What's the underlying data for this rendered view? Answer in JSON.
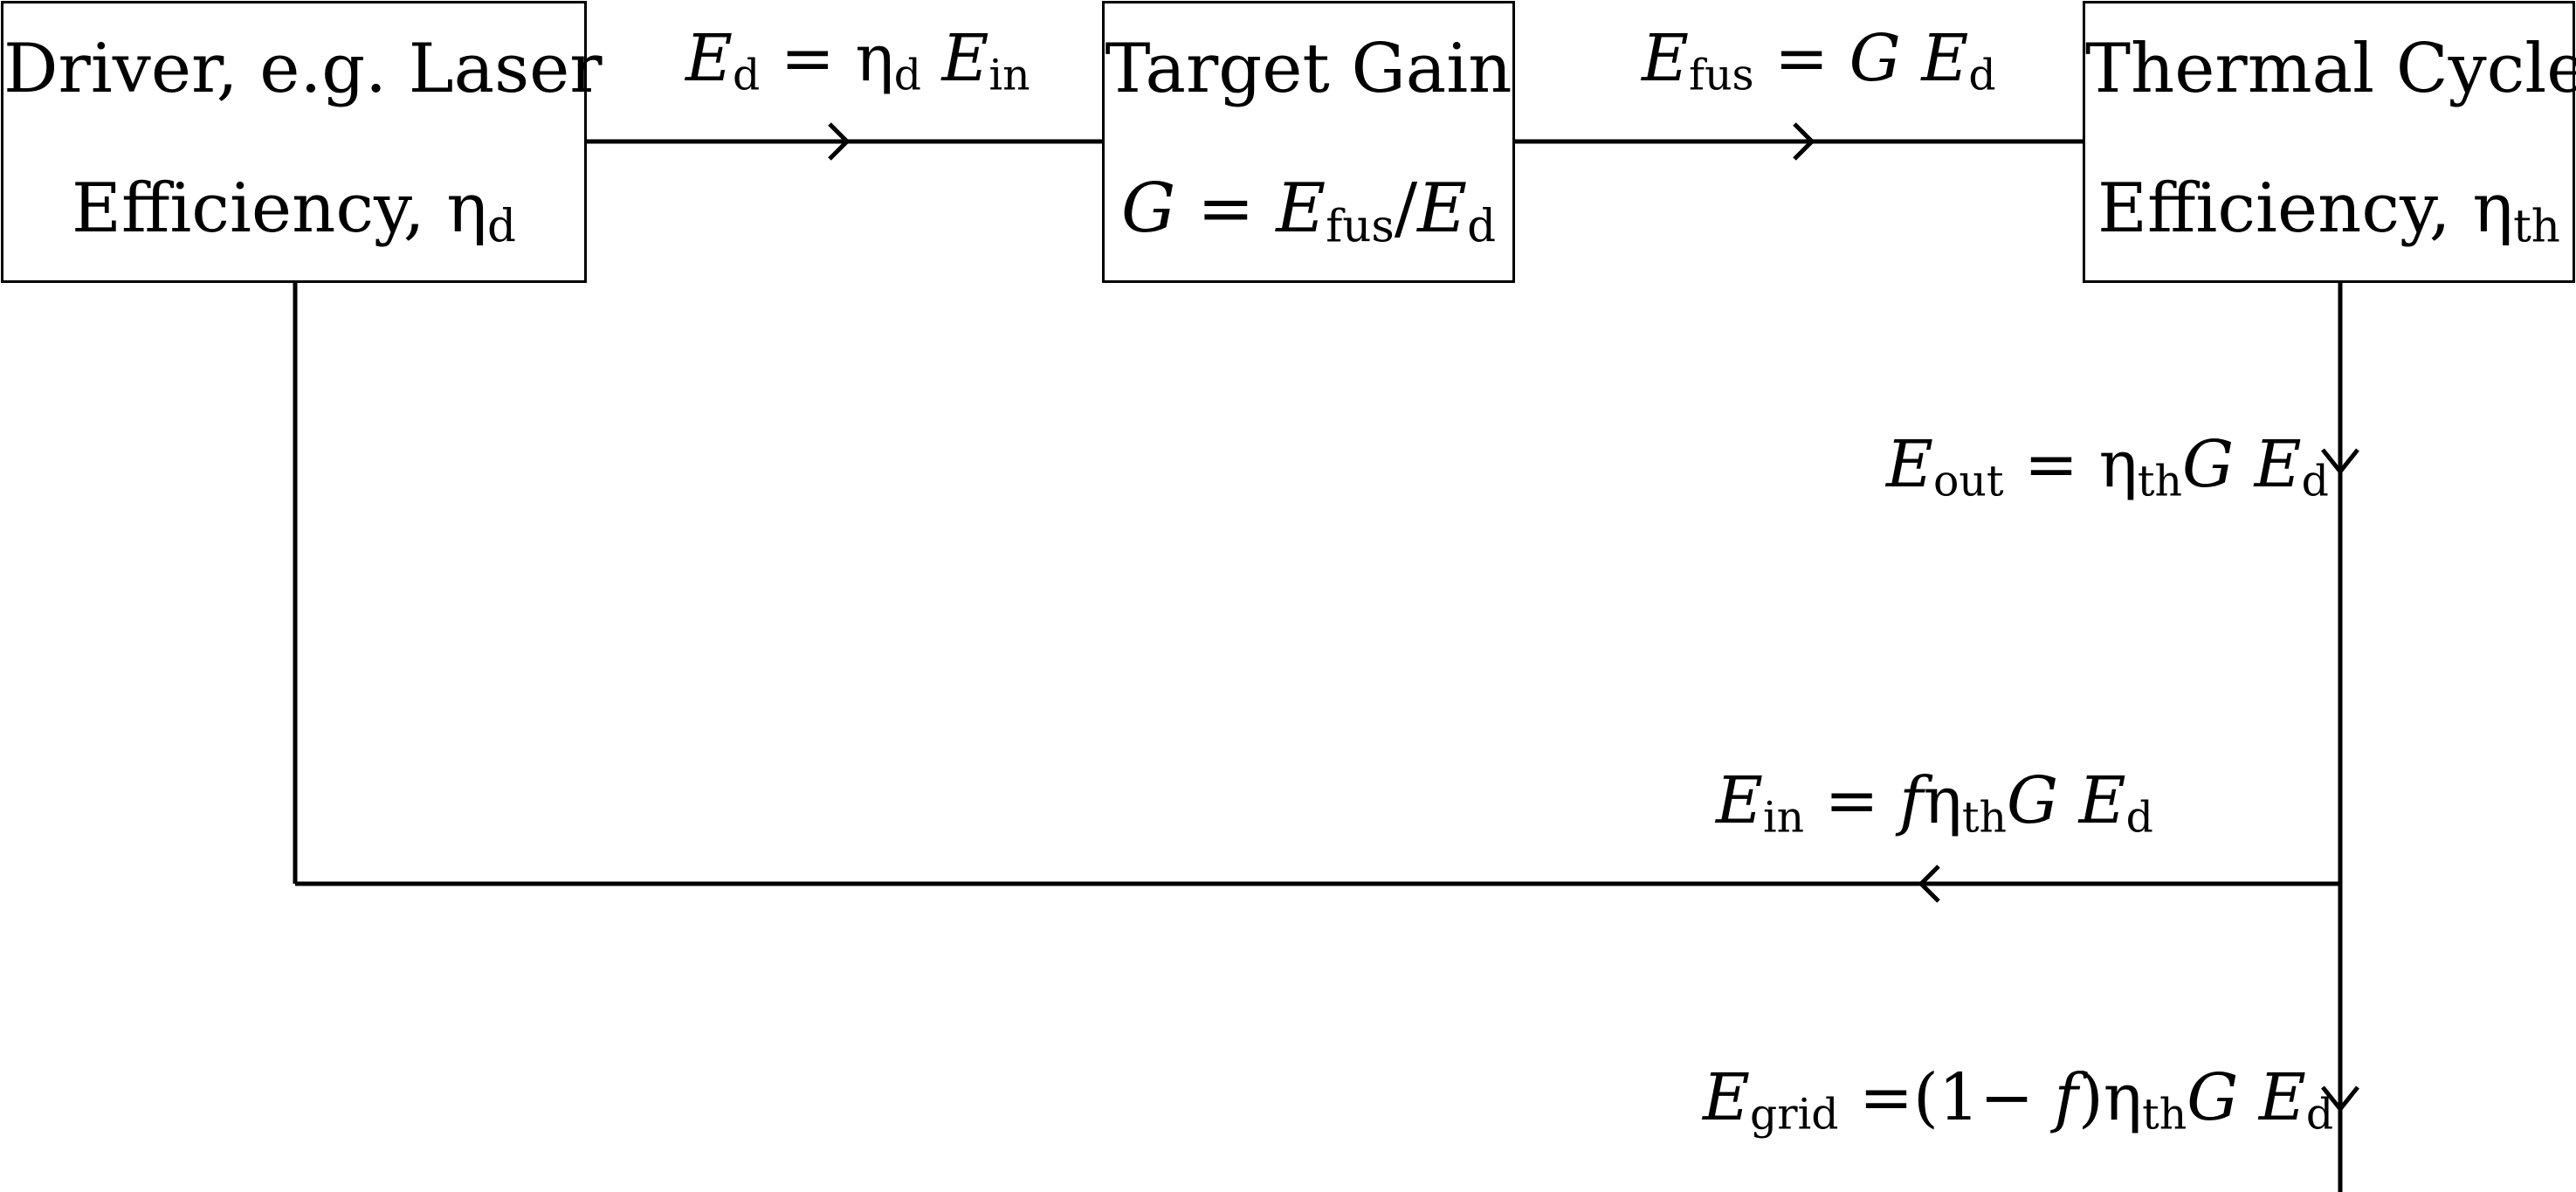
{
  "boxes": {
    "driver": {
      "line1": "Driver, e.g. Laser",
      "line2_text": "Efficiency, η",
      "line2_sub": "d"
    },
    "target": {
      "line1": "Target Gain",
      "formula": {
        "G": "G",
        "eq": " = ",
        "E1": "E",
        "sub1": "fus",
        "slash": "/",
        "E2": "E",
        "sub2": "d"
      }
    },
    "thermal": {
      "line1": "Thermal Cycle",
      "line2_text": "Efficiency, η",
      "line2_sub": "th"
    }
  },
  "edges": {
    "driver_to_target": {
      "E": "E",
      "E_sub": "d",
      "eq": " = ",
      "eta": "η",
      "eta_sub": "d",
      "E2": "E",
      "E2_sub": "in"
    },
    "target_to_thermal": {
      "E": "E",
      "E_sub": "fus",
      "eq": " = ",
      "G": "G",
      "E2": "E",
      "E2_sub": "d"
    },
    "thermal_out": {
      "E": "E",
      "E_sub": "out",
      "eq": " = ",
      "eta": "η",
      "eta_sub": "th",
      "G": "G",
      "E2": "E",
      "E2_sub": "d"
    },
    "recirculated": {
      "E": "E",
      "E_sub": "in",
      "eq": " = ",
      "f": "f",
      "eta": "η",
      "eta_sub": "th",
      "G": "G",
      "E2": "E",
      "E2_sub": "d"
    },
    "grid": {
      "E": "E",
      "E_sub": "grid",
      "eq": " =(1− ",
      "f": "f",
      "close": ")",
      "eta": "η",
      "eta_sub": "th",
      "G": "G",
      "E2": "E",
      "E2_sub": "d"
    }
  }
}
